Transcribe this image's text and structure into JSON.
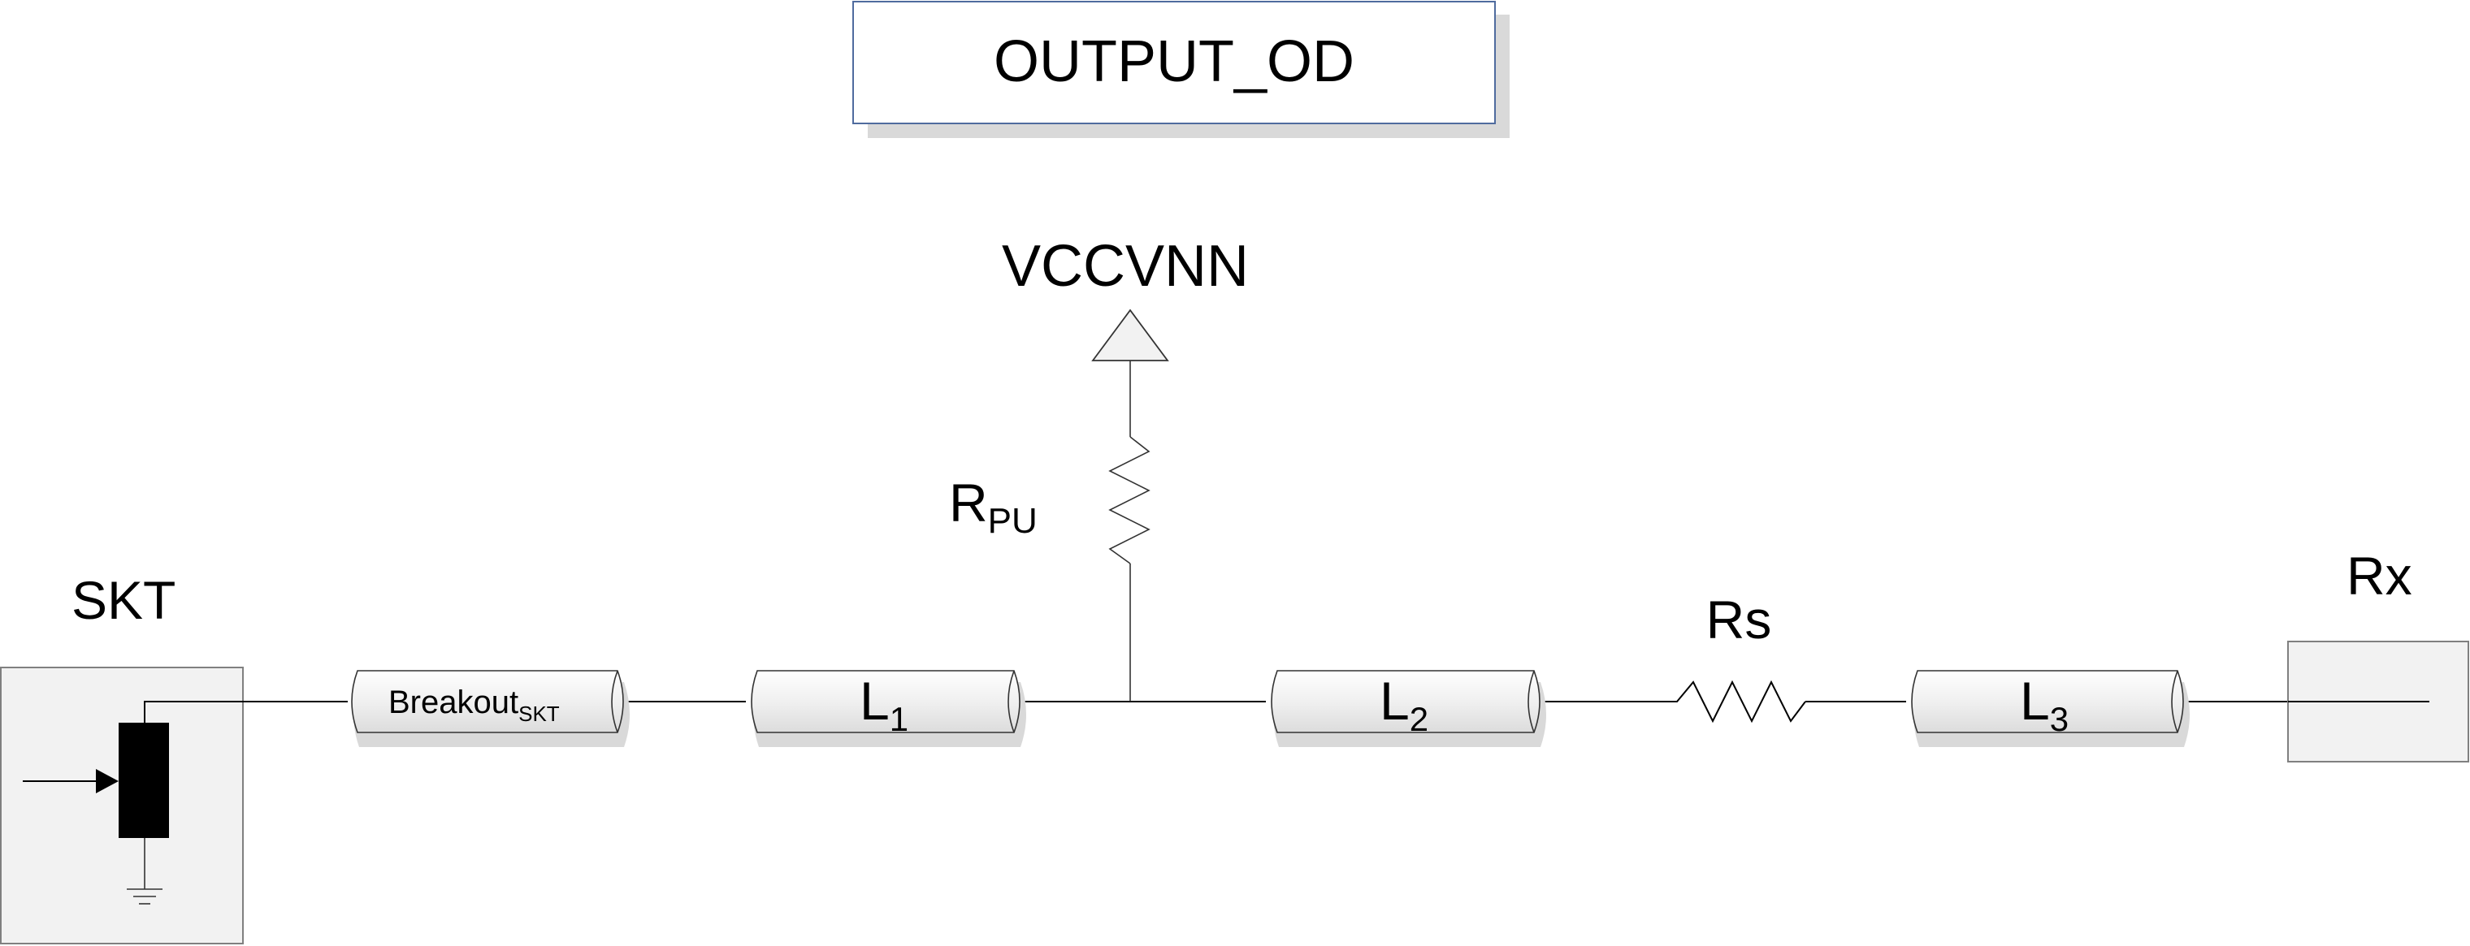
{
  "title": "OUTPUT_OD",
  "supply": {
    "label": "VCCVNN"
  },
  "socket": {
    "label": "SKT"
  },
  "receiver": {
    "label": "Rx"
  },
  "pullup_resistor": {
    "label": "R",
    "subscript": "PU"
  },
  "series_resistor": {
    "label": "Rs"
  },
  "lines": {
    "breakout": {
      "label": "Breakout",
      "subscript": "SKT"
    },
    "l1": {
      "label": "L",
      "subscript": "1"
    },
    "l2": {
      "label": "L",
      "subscript": "2"
    },
    "l3": {
      "label": "L",
      "subscript": "3"
    }
  },
  "colors": {
    "box_border": "#4f6b9e",
    "shadow": "#d9d9d9",
    "component_fill": "#f2f2f2",
    "stroke": "#000000"
  }
}
